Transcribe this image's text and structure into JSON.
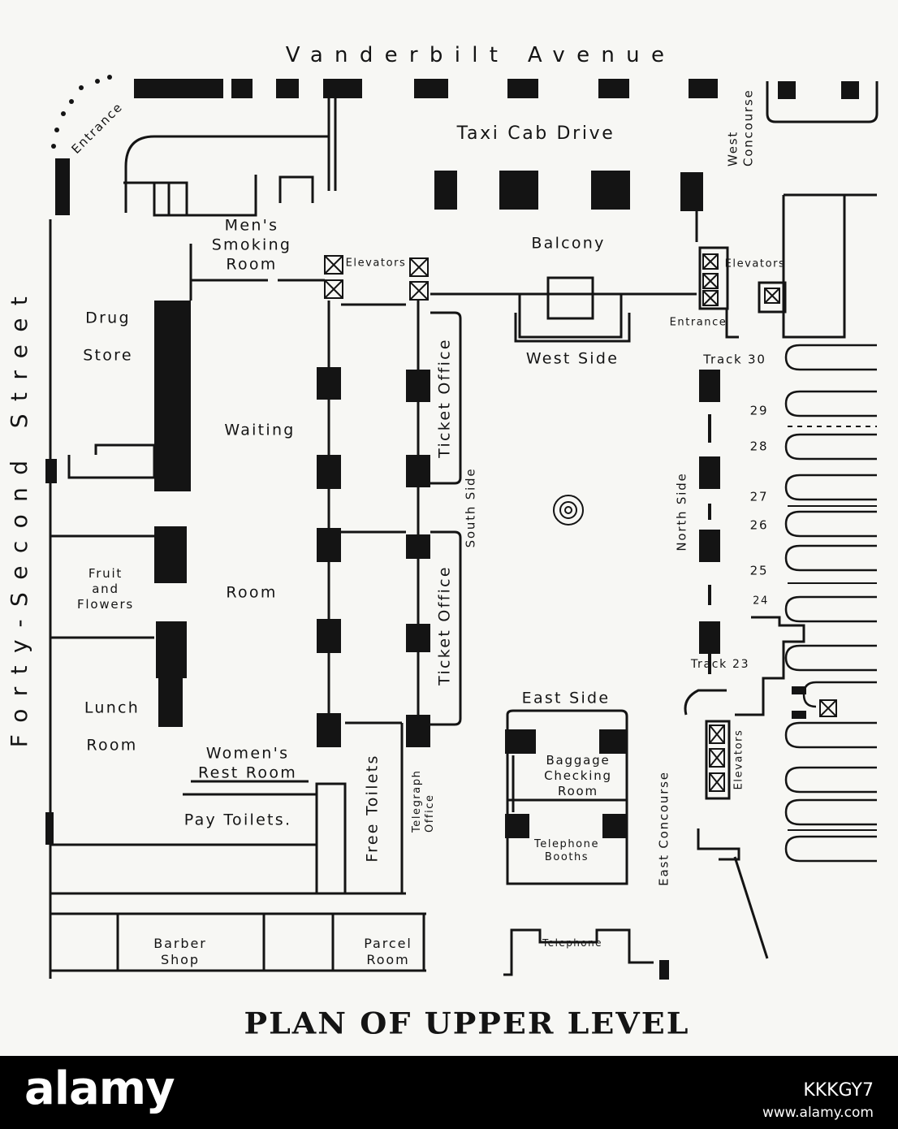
{
  "title": "PLAN OF UPPER LEVEL",
  "streets": {
    "north": "Vanderbilt Avenue",
    "west": "Forty-Second Street"
  },
  "labels": {
    "entrance_nw": "Entrance",
    "taxi": "Taxi Cab Drive",
    "west_concourse": "West Concourse",
    "mens_smoking": "Men's Smoking Room",
    "elevators_west": "Elevators",
    "balcony": "Balcony",
    "elevators_east": "Elevators",
    "entrance_ne": "Entrance",
    "drug_store": "Drug Store",
    "waiting": "Waiting",
    "room": "Room",
    "ticket_office_1": "Ticket Office",
    "ticket_office_2": "Ticket Office",
    "south_side": "South Side",
    "west_side": "West Side",
    "north_side": "North Side",
    "fruit_flowers": "Fruit and Flowers",
    "lunch_room": "Lunch Room",
    "womens_rest": "Women's Rest Room",
    "pay_toilets": "Pay Toilets.",
    "free_toilets": "Free Toilets",
    "telegraph_office": "Telegraph Office",
    "east_side": "East Side",
    "baggage": "Baggage Checking Room",
    "telephone_booths": "Telephone Booths",
    "east_concourse": "East Concourse",
    "elevators_se": "Elevators",
    "barber_shop": "Barber Shop",
    "parcel_room": "Parcel Room",
    "telephone": "Telephone"
  },
  "tracks": {
    "t30": "Track 30",
    "t29": "29",
    "t28": "28",
    "t27": "27",
    "t26": "26",
    "t25": "25",
    "t24": "24",
    "t23": "Track 23"
  },
  "banner": {
    "brand": "alamy",
    "code": "KKKGY7",
    "url": "www.alamy.com"
  },
  "colors": {
    "ink": "#141414",
    "paper": "#f7f7f4",
    "banner": "#000000"
  }
}
